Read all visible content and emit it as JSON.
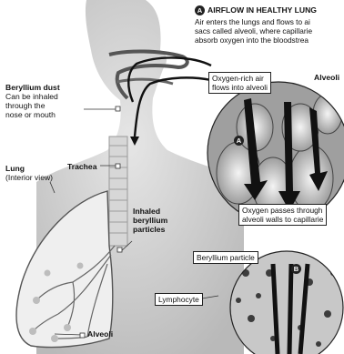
{
  "header": {
    "badge": "A",
    "title": "AIRFLOW IN HEALTHY LUNG",
    "body_lines": [
      "Air enters the lungs and flows to ai",
      "sacs called alveoli, where capillarie",
      "absorb oxygen into the bloodstrea"
    ]
  },
  "labels": {
    "beryllium_dust_title": "Beryllium dust",
    "beryllium_dust_lines": [
      "Can be inhaled",
      "through the",
      "nose or mouth"
    ],
    "trachea": "Trachea",
    "lung_title": "Lung",
    "lung_sub": "(Interior view)",
    "inhaled_lines": [
      "Inhaled",
      "beryllium",
      "particles"
    ],
    "alveoli_bottom": "Alveoli"
  },
  "boxes": {
    "oxygen_rich_lines": [
      "Oxygen-rich air",
      "flows into alveoli"
    ],
    "alveoli_top": "Alveoli",
    "oxygen_passes_lines": [
      "Oxygen passes through",
      "alveoli walls to capillarie"
    ],
    "beryllium_particle": "Beryllium particle",
    "lymphocyte": "Lymphocyte"
  },
  "badges": {
    "a_inset": "A",
    "b_inset": "B"
  }
}
